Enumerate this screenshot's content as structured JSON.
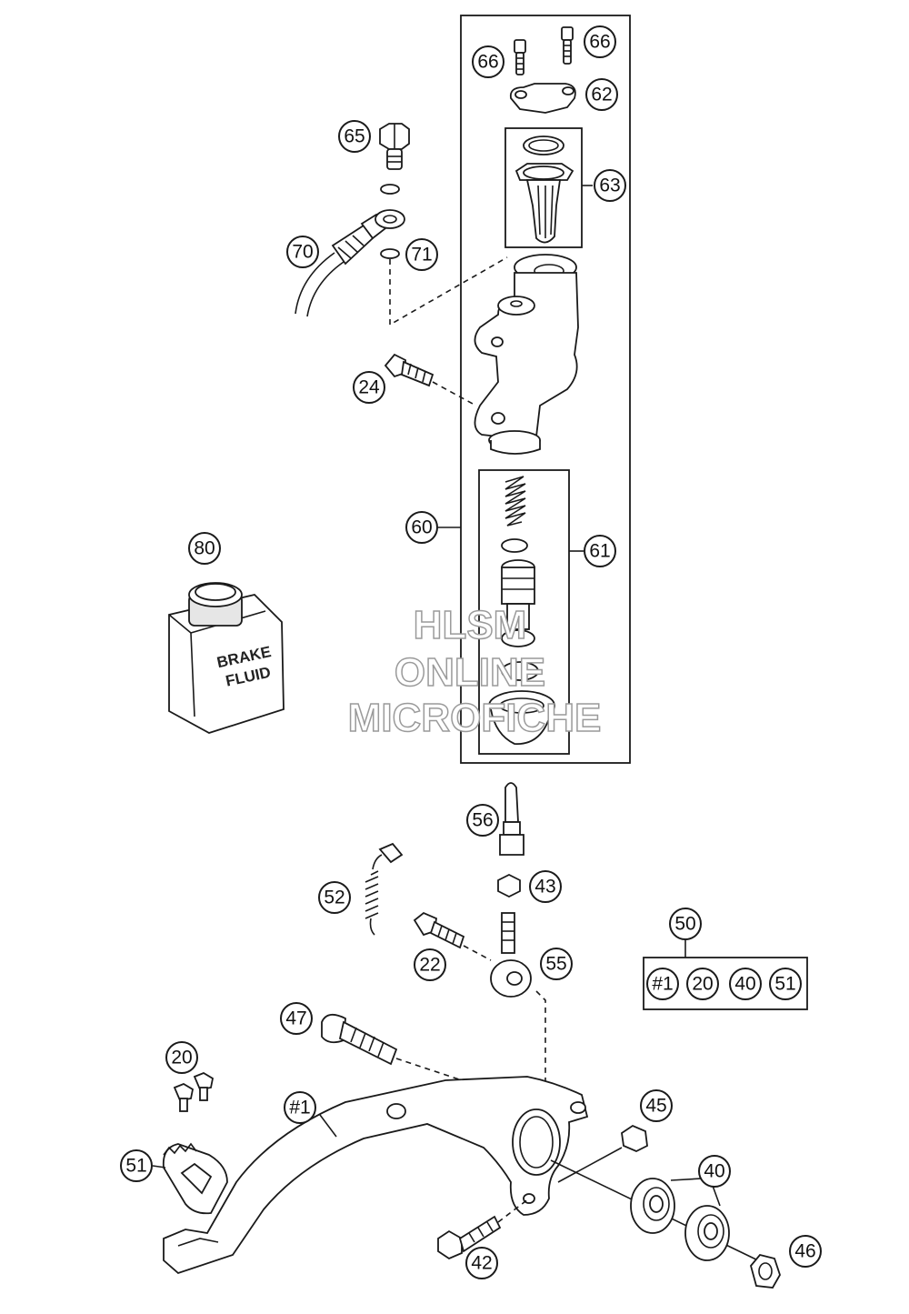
{
  "diagram": {
    "callouts": {
      "c66a": "66",
      "c66b": "66",
      "c62": "62",
      "c65": "65",
      "c63": "63",
      "c70": "70",
      "c71": "71",
      "c24": "24",
      "c60": "60",
      "c61": "61",
      "c80": "80",
      "c56": "56",
      "c43": "43",
      "c52": "52",
      "c22": "22",
      "c55": "55",
      "c50": "50",
      "c47": "47",
      "c20": "20",
      "c1": "#1",
      "c45": "45",
      "c40": "40",
      "c51": "51",
      "c42": "42",
      "c46": "46",
      "k1": "#1",
      "k20": "20",
      "k40": "40",
      "k51": "51"
    },
    "bottle_label": [
      "BRAKE",
      "FLUID"
    ],
    "watermark": [
      "HLSM",
      "ONLINE",
      "MICROFICHE"
    ]
  }
}
